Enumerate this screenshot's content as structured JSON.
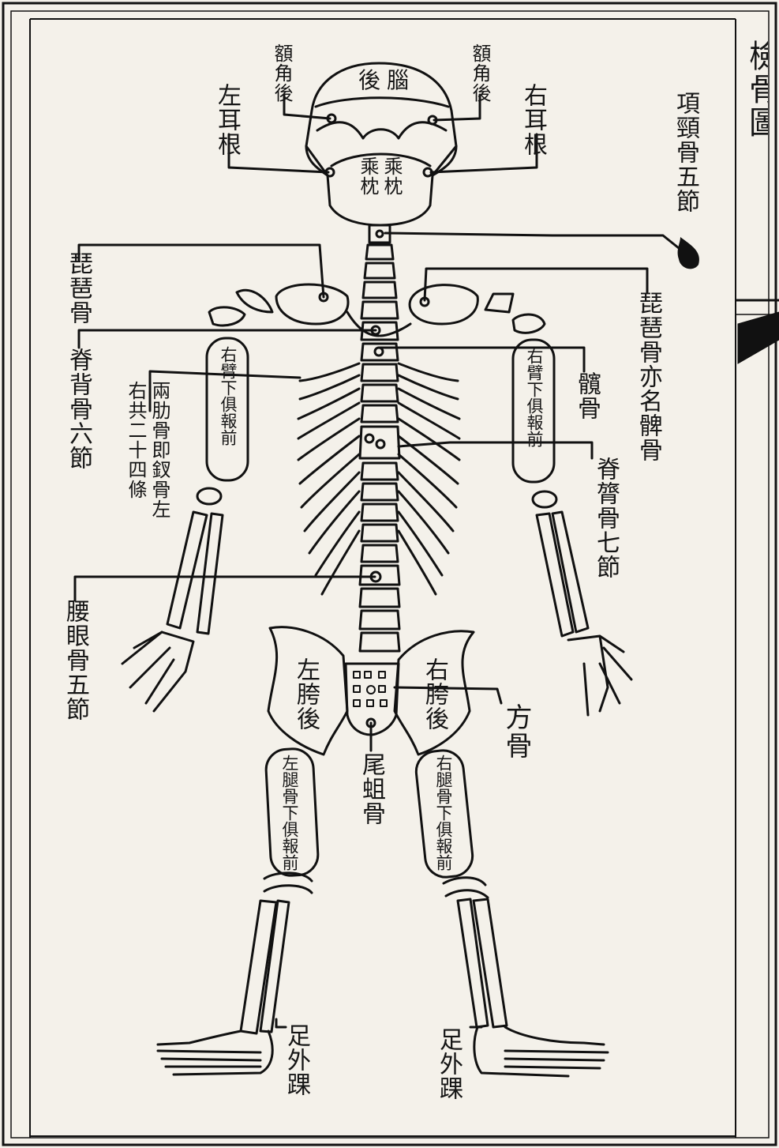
{
  "page_title": "",
  "skull": {
    "top_label": "後腦",
    "lower_label_a": "乘枕",
    "lower_label_b": "乘枕"
  },
  "labels": {
    "left_forehead_corner": "額角後",
    "right_forehead_corner": "額角後",
    "left_ear_root": "左耳根",
    "right_ear_root": "右耳根",
    "neck_vertebrae": "項頸骨五節",
    "left_pipa": "琵琶骨",
    "right_pipa": "琵琶骨亦名髀骨",
    "back_spine": "脊背骨六節",
    "ribs_note_a": "兩肋骨即釵骨左",
    "ribs_note_b": "右共二十四條",
    "sternum": "髖骨",
    "spine_waist": "脊膂骨七節",
    "lumbar": "腰眼骨五節",
    "left_hip": "左胯後",
    "right_hip": "右胯後",
    "square_bone": "方骨",
    "tailbone": "尾蛆骨",
    "left_arm": "右臂下俱報前",
    "right_arm": "右臂下俱報前",
    "left_leg": "左腿骨下俱報前",
    "right_leg": "右腿骨下俱報前",
    "left_ankle": "足外踝",
    "right_ankle": "足外踝",
    "header_fragment": "檢骨圖"
  }
}
